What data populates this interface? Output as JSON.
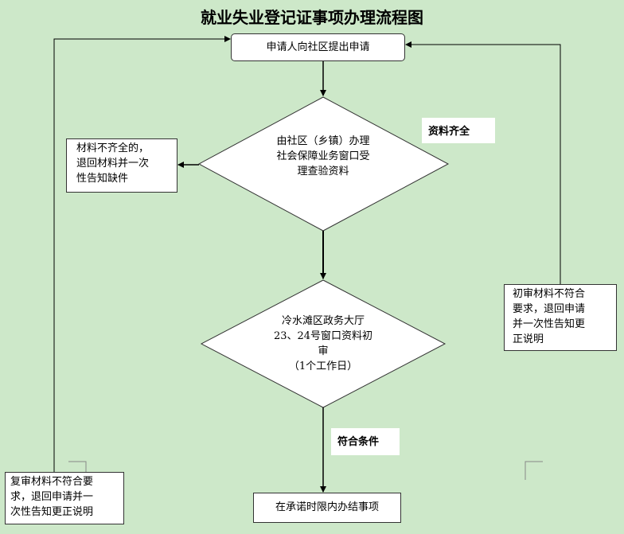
{
  "title": "就业失业登记证事项办理流程图",
  "nodes": {
    "start": "申请人向社区提出申请",
    "decision1": "由社区（乡镇）办理\n社会保障业务窗口受\n理查验资料",
    "decision2": "冷水滩区政务大厅\n23、24号窗口资料初\n审\n（1个工作日）",
    "end": "在承诺时限内办结事项"
  },
  "side_boxes": {
    "incomplete": "材料不齐全的，\n退回材料并一次\n性告知缺件",
    "initial_reject": "初审材料不符合\n要求，退回申请\n并一次性告知更\n正说明",
    "review_reject": "复审材料不符合要\n求，退回申请并一\n次性告知更正说明"
  },
  "edge_labels": {
    "complete": "资料齐全",
    "qualified": "符合条件"
  }
}
